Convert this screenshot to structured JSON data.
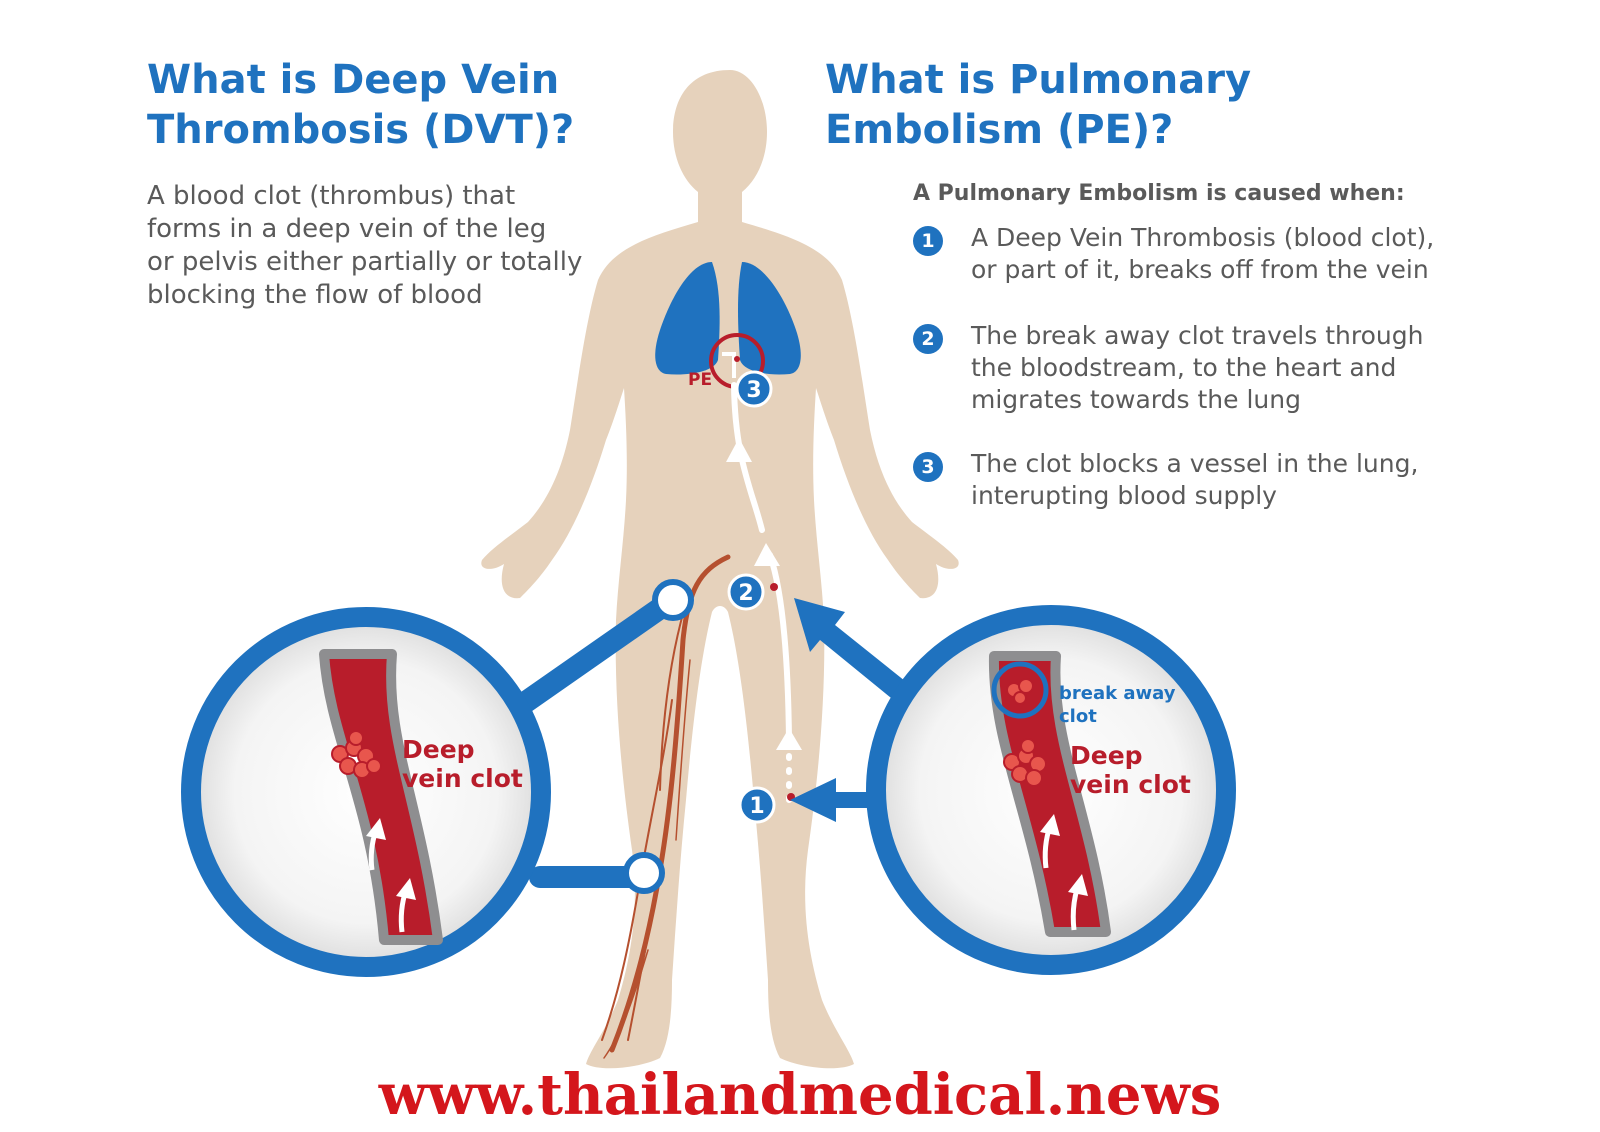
{
  "dvt": {
    "heading_line1": "What is Deep Vein",
    "heading_line2": "Thrombosis (DVT)?",
    "desc_line1": "A blood clot (thrombus) that",
    "desc_line2": "forms in a deep vein of the leg",
    "desc_line3": "or pelvis either partially or totally",
    "desc_line4": "blocking the flow of blood"
  },
  "pe": {
    "heading_line1": "What is Pulmonary",
    "heading_line2": "Embolism (PE)?",
    "subheading": "A Pulmonary Embolism is caused when:",
    "steps": [
      {
        "num": "1",
        "line1": "A Deep Vein Thrombosis (blood clot),",
        "line2": "or part of it, breaks off from the vein",
        "line3": ""
      },
      {
        "num": "2",
        "line1": "The break away clot travels through",
        "line2": "the bloodstream, to the heart and",
        "line3": "migrates towards the lung"
      },
      {
        "num": "3",
        "line1": "The clot blocks a vessel in the lung,",
        "line2": "interupting blood supply",
        "line3": ""
      }
    ]
  },
  "figure": {
    "pe_label": "PE",
    "marker_1": "1",
    "marker_2": "2",
    "marker_3": "3",
    "left_zoom_label_line1": "Deep",
    "left_zoom_label_line2": "vein clot",
    "right_zoom_break_line1": "break away",
    "right_zoom_break_line2": "clot",
    "right_zoom_label_line1": "Deep",
    "right_zoom_label_line2": "vein clot"
  },
  "watermark": "www.thailandmedical.news",
  "colors": {
    "accent_blue": "#1f72bf",
    "clot_red": "#b81d2b",
    "body_skin": "#e6d2bc",
    "vein_grey": "#8e8e90",
    "text_grey": "#5a5a5a",
    "watermark_red": "#d4161c"
  }
}
